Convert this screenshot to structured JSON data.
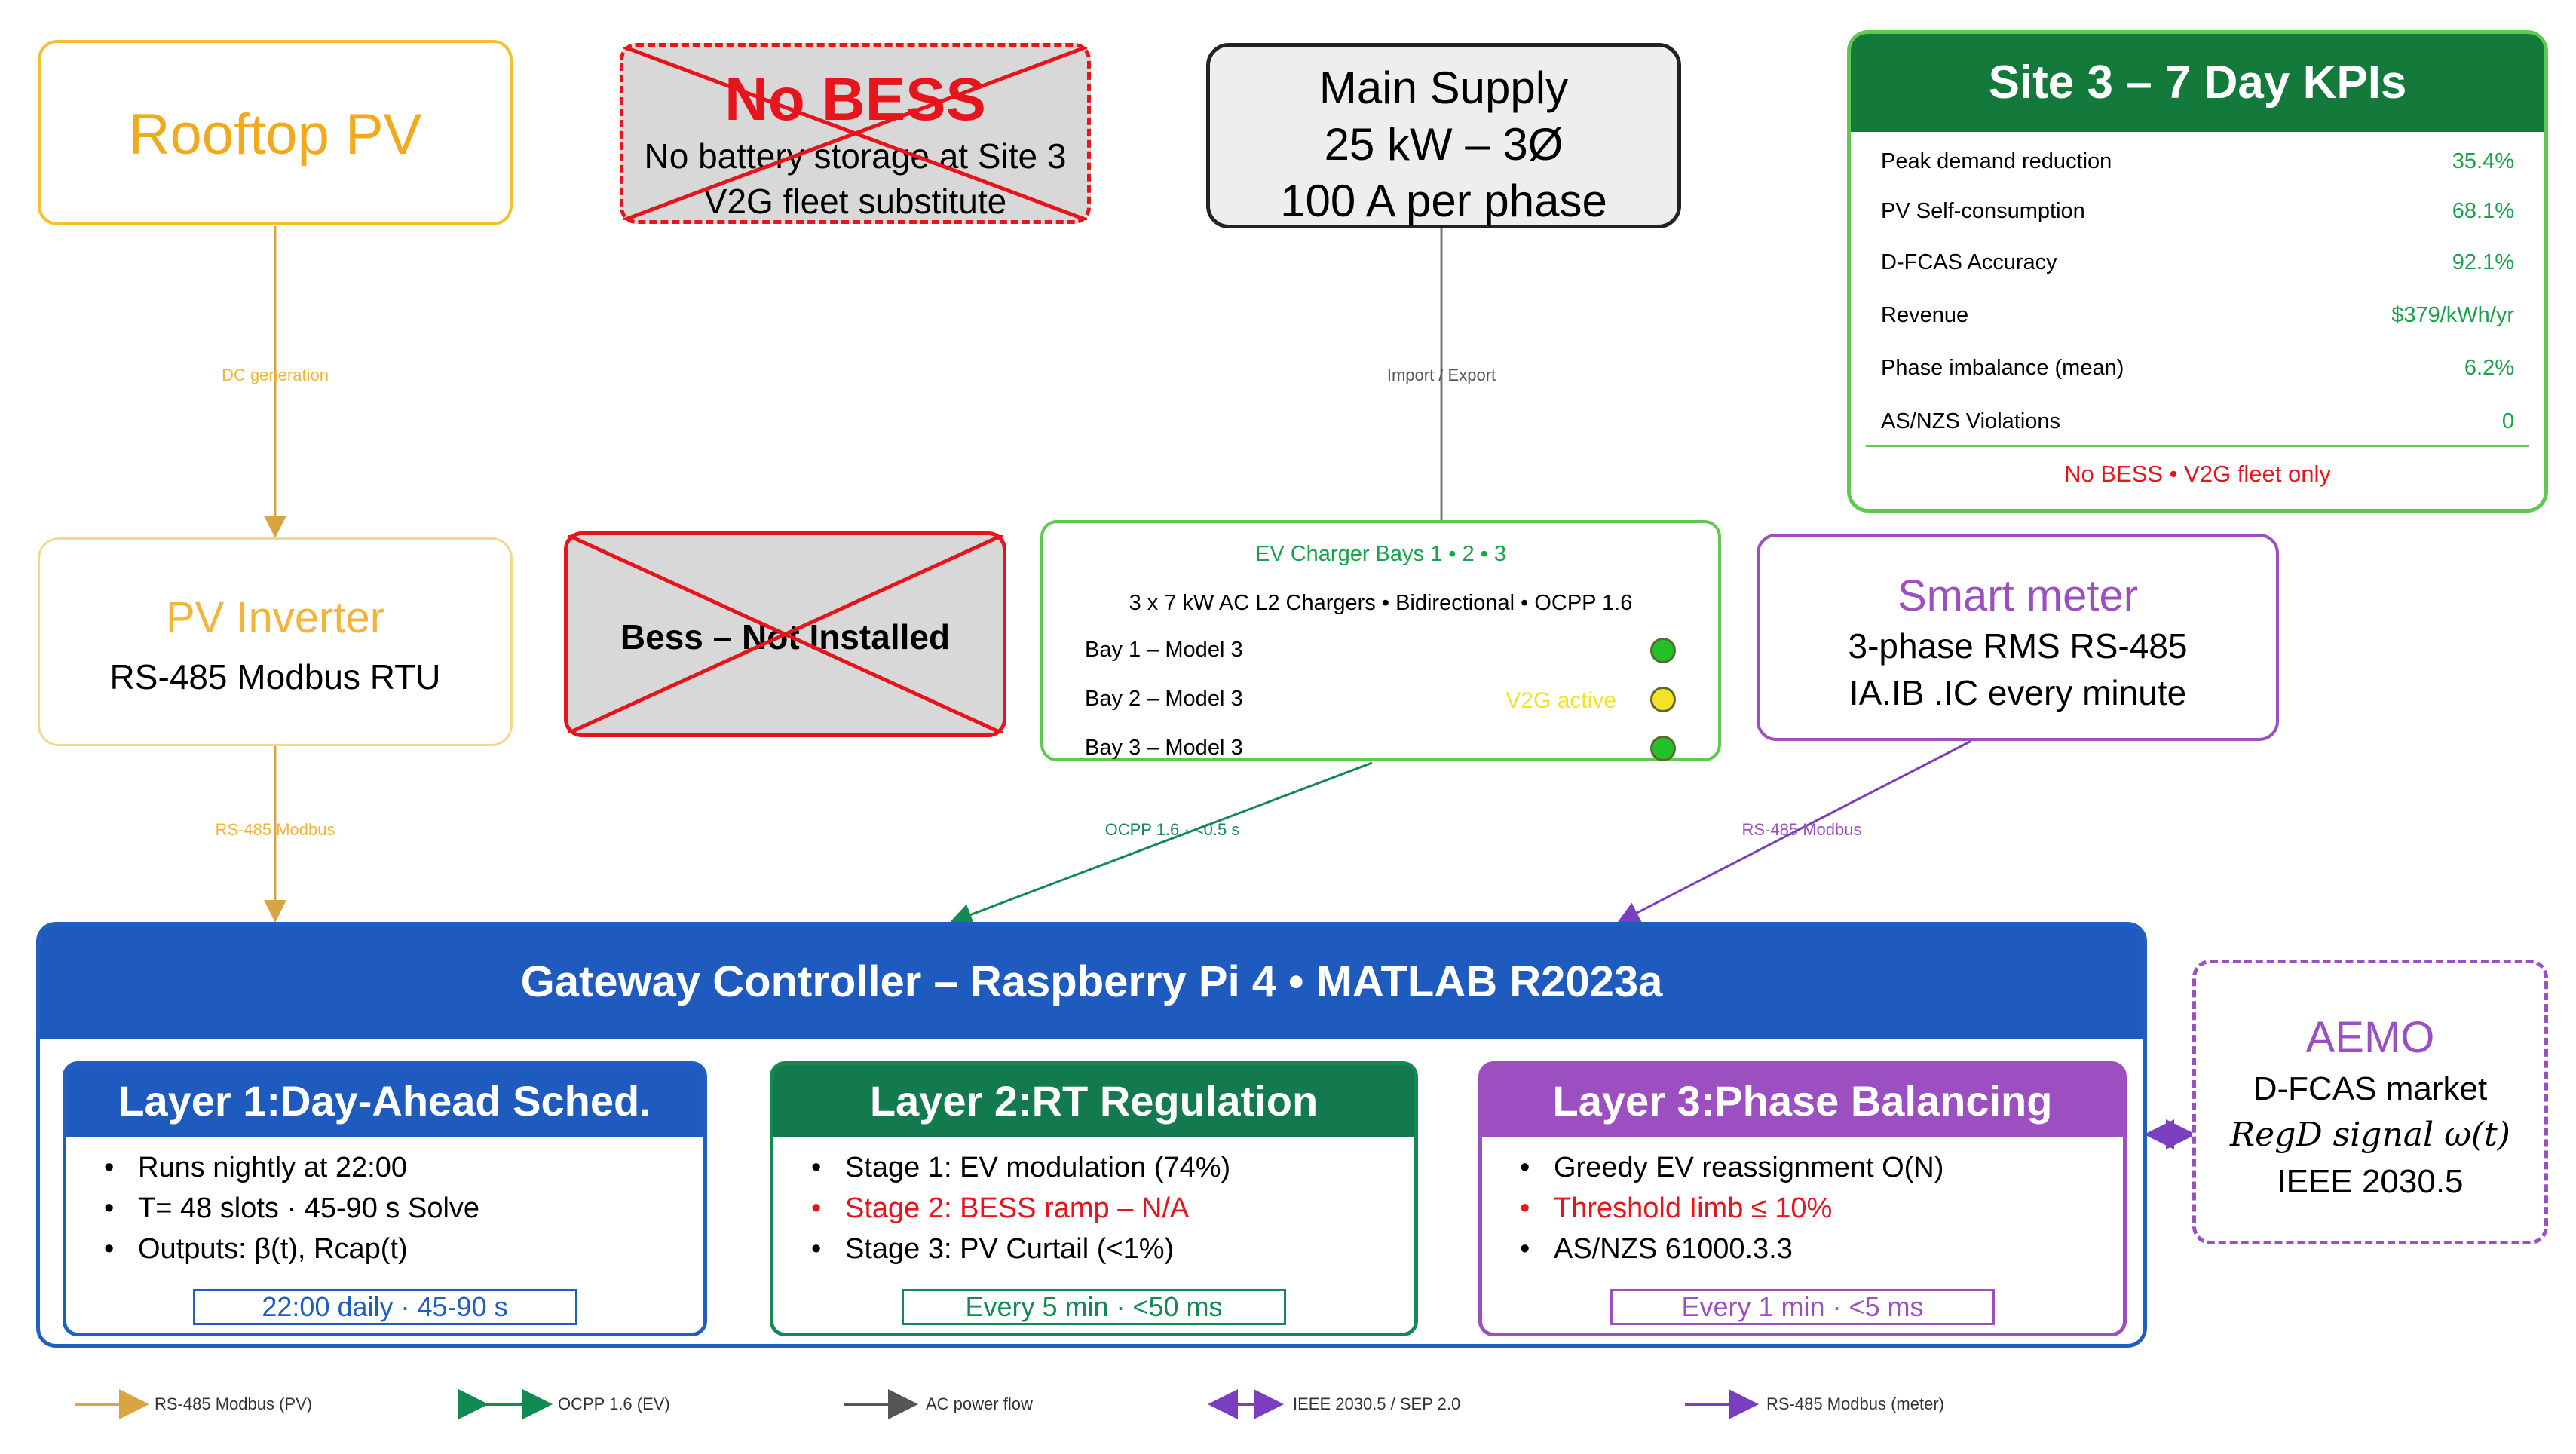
{
  "rooftop": {
    "title": "Rooftop PV"
  },
  "nobess_top": {
    "title": "No BESS",
    "line1": "No battery storage at Site 3",
    "line2": "V2G fleet substitute"
  },
  "main_supply": {
    "line1": "Main Supply",
    "line2": "25 kW – 3Ø",
    "line3": "100 A per phase"
  },
  "kpis": {
    "title": "Site 3 – 7 Day KPIs",
    "rows": [
      {
        "label": "Peak demand reduction",
        "value": "35.4%"
      },
      {
        "label": "PV Self-consumption",
        "value": "68.1%"
      },
      {
        "label": "D-FCAS Accuracy",
        "value": "92.1%"
      },
      {
        "label": "Revenue",
        "value": "$379/kWh/yr"
      },
      {
        "label": "Phase imbalance (mean)",
        "value": "6.2%"
      },
      {
        "label": "AS/NZS Violations",
        "value": "0"
      }
    ],
    "footer": "No BESS • V2G fleet only"
  },
  "pv_inverter": {
    "title": "PV Inverter",
    "subtitle": "RS-485 Modbus RTU"
  },
  "bess": {
    "title": "Bess – Not Installed"
  },
  "ev": {
    "title": "EV Charger Bays 1 • 2 • 3",
    "subtitle": "3 x 7 kW AC L2 Chargers • Bidirectional •  OCPP 1.6",
    "bays": [
      {
        "label": "Bay 1 – Model 3",
        "status": "",
        "color": "#22c02a"
      },
      {
        "label": "Bay 2 – Model 3",
        "status": "V2G active",
        "color": "#f3e227"
      },
      {
        "label": "Bay 3 – Model 3",
        "status": "",
        "color": "#22c02a"
      }
    ]
  },
  "meter": {
    "title": "Smart meter",
    "line1": "3-phase RMS RS-485",
    "line2": "IA.IB .IC every minute"
  },
  "edges": {
    "dc": "DC generation",
    "import": "Import / Export",
    "rs485_pv": "RS-485 Modbus",
    "ocpp": "OCPP 1.6 · <0.5 s",
    "rs485_meter": "RS-485 Modbus"
  },
  "gateway": {
    "title": "Gateway Controller – Raspberry Pi 4 • MATLAB R2023a"
  },
  "layers": [
    {
      "title": "Layer 1:Day-Ahead Sched.",
      "items": [
        {
          "text": "Runs nightly at 22:00",
          "red": false
        },
        {
          "text": "T= 48 slots · 45-90 s Solve",
          "red": false
        },
        {
          "text": "Outputs: β(t), Rcap(t)",
          "red": false
        }
      ],
      "pill": "22:00 daily · 45-90 s"
    },
    {
      "title": "Layer 2:RT Regulation",
      "items": [
        {
          "text": "Stage 1: EV modulation (74%)",
          "red": false
        },
        {
          "text": "Stage 2: BESS ramp – N/A",
          "red": true
        },
        {
          "text": "Stage 3: PV Curtail (<1%)",
          "red": false
        }
      ],
      "pill": "Every 5 min · <50 ms"
    },
    {
      "title": "Layer 3:Phase Balancing",
      "items": [
        {
          "text": "Greedy EV reassignment O(N)",
          "red": false
        },
        {
          "text": "Threshold Iimb ≤ 10%",
          "red": true
        },
        {
          "text": "AS/NZS 61000.3.3",
          "red": false
        }
      ],
      "pill": "Every 1 min · <5 ms"
    }
  ],
  "aemo": {
    "title": "AEMO",
    "line1": "D-FCAS market",
    "line2": "RegD signal ω(t)",
    "line3": "IEEE 2030.5"
  },
  "legend": [
    {
      "label": "RS-485 Modbus (PV)",
      "color": "#d9a441"
    },
    {
      "label": "OCPP 1.6 (EV)",
      "color": "#128a52"
    },
    {
      "label": "AC power flow",
      "color": "#555555"
    },
    {
      "label": "IEEE 2030.5 / SEP 2.0",
      "color": "#7a3fc0"
    },
    {
      "label": "RS-485 Modbus (meter)",
      "color": "#7a3fc0"
    }
  ],
  "colors": {
    "pv": "#f2a91b",
    "ev": "#18a34a",
    "meter": "#9b4fc0",
    "gateway": "#1f5bbf",
    "alert": "#e6141b"
  }
}
